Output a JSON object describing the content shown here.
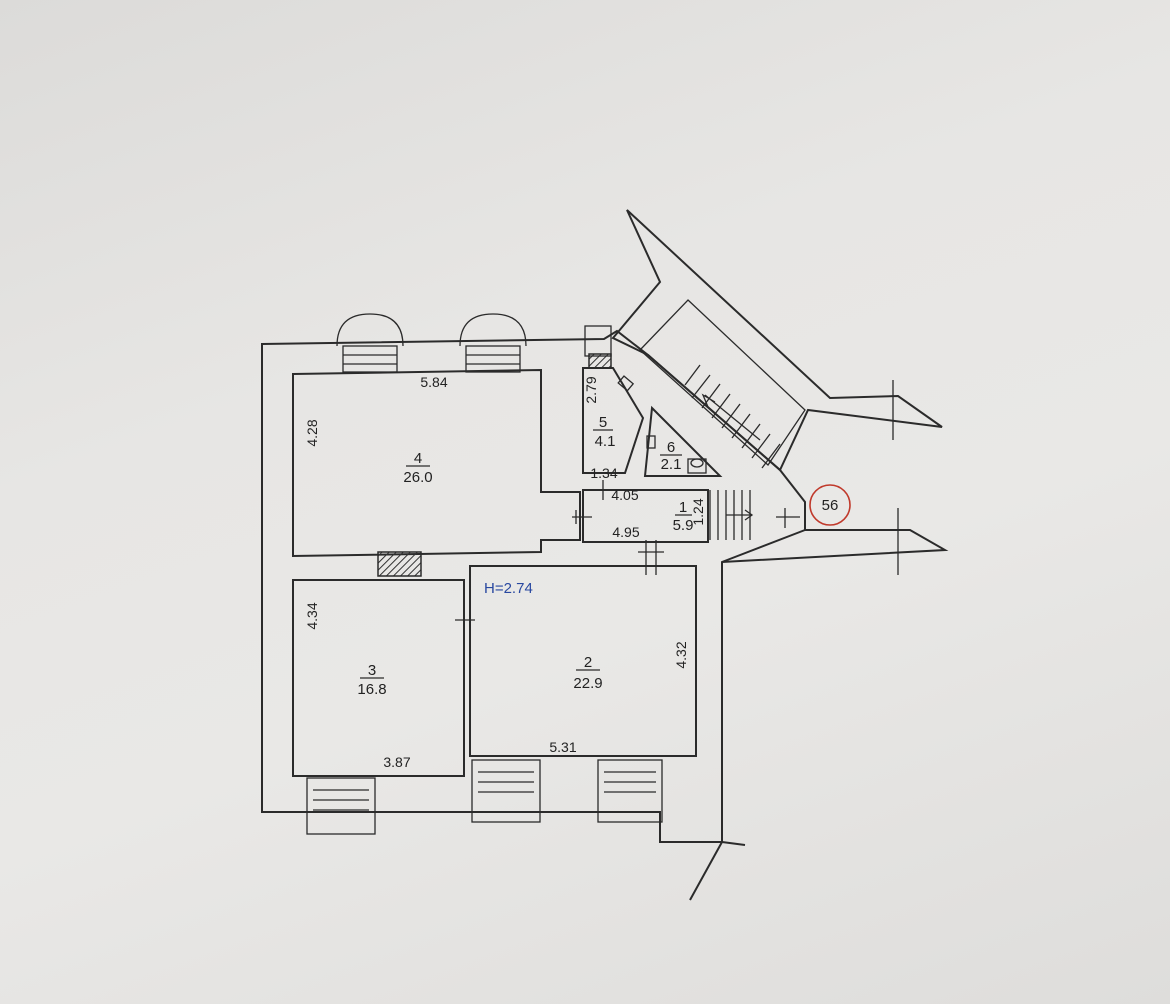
{
  "plan": {
    "height_label": "H=2.74",
    "badge": "56",
    "rooms": [
      {
        "number": "1",
        "area": "5.9"
      },
      {
        "number": "2",
        "area": "22.9"
      },
      {
        "number": "3",
        "area": "16.8"
      },
      {
        "number": "4",
        "area": "26.0"
      },
      {
        "number": "5",
        "area": "4.1"
      },
      {
        "number": "6",
        "area": "2.1"
      }
    ],
    "dimensions": {
      "room4_width": "5.84",
      "room4_height": "4.28",
      "room5_height": "2.79",
      "corridor_a": "1.34",
      "corridor_b": "4.05",
      "corridor_c": "4.95",
      "corridor_d": "1.24",
      "room3_height": "4.34",
      "room3_width": "3.87",
      "room2_height": "4.32",
      "room2_width": "5.31"
    }
  }
}
